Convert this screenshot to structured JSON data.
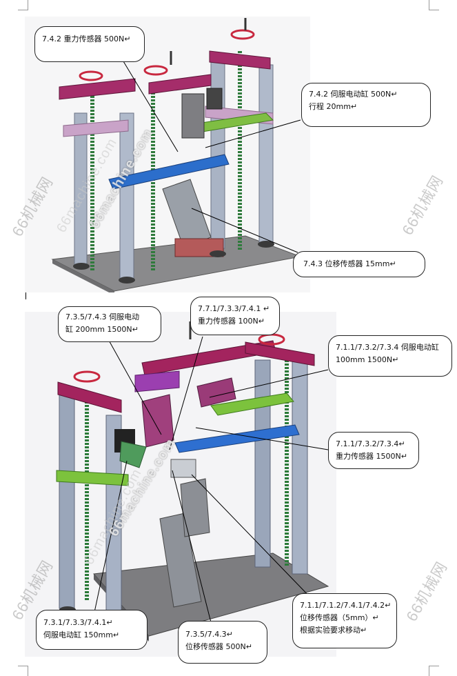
{
  "watermarks": {
    "url": "66machine.com",
    "brand": "66机械网"
  },
  "callouts": {
    "top": [
      {
        "id": "weight-sensor-500n",
        "lines": [
          "7.4.2 重力传感器 500N↵"
        ]
      },
      {
        "id": "servo-cylinder-500n",
        "lines": [
          "7.4.2 伺服电动缸 500N↵",
          "行程 20mm↵"
        ]
      },
      {
        "id": "displacement-sensor-15mm",
        "lines": [
          "7.4.3 位移传感器 15mm↵"
        ]
      }
    ],
    "bottom": [
      {
        "id": "servo-cylinder-200mm",
        "lines": [
          "7.3.5/7.4.3 伺服电动",
          "缸 200mm      1500N↵"
        ]
      },
      {
        "id": "weight-sensor-100n",
        "lines": [
          "7.7.1/7.3.3/7.4.1        ↵",
          "重力传感器 100N↵"
        ]
      },
      {
        "id": "servo-cylinder-100mm",
        "lines": [
          "7.1.1/7.3.2/7.3.4  伺服电动缸",
          "100mm       1500N↵"
        ]
      },
      {
        "id": "weight-sensor-1500n",
        "lines": [
          "7.1.1/7.3.2/7.3.4↵",
          "重力传感器 1500N↵"
        ]
      },
      {
        "id": "displacement-sensor-5mm",
        "lines": [
          "7.1.1/7.1.2/7.4.1/7.4.2↵",
          "位移传感器（5mm）↵",
          "根据实验要求移动↵"
        ]
      },
      {
        "id": "servo-cylinder-150mm",
        "lines": [
          "7.3.1/7.3.3/7.4.1↵",
          "伺服电动缸 150mm↵"
        ]
      },
      {
        "id": "displacement-sensor-500n",
        "lines": [
          "7.3.5/7.4.3↵",
          "位移传感器 500N↵"
        ]
      }
    ]
  }
}
